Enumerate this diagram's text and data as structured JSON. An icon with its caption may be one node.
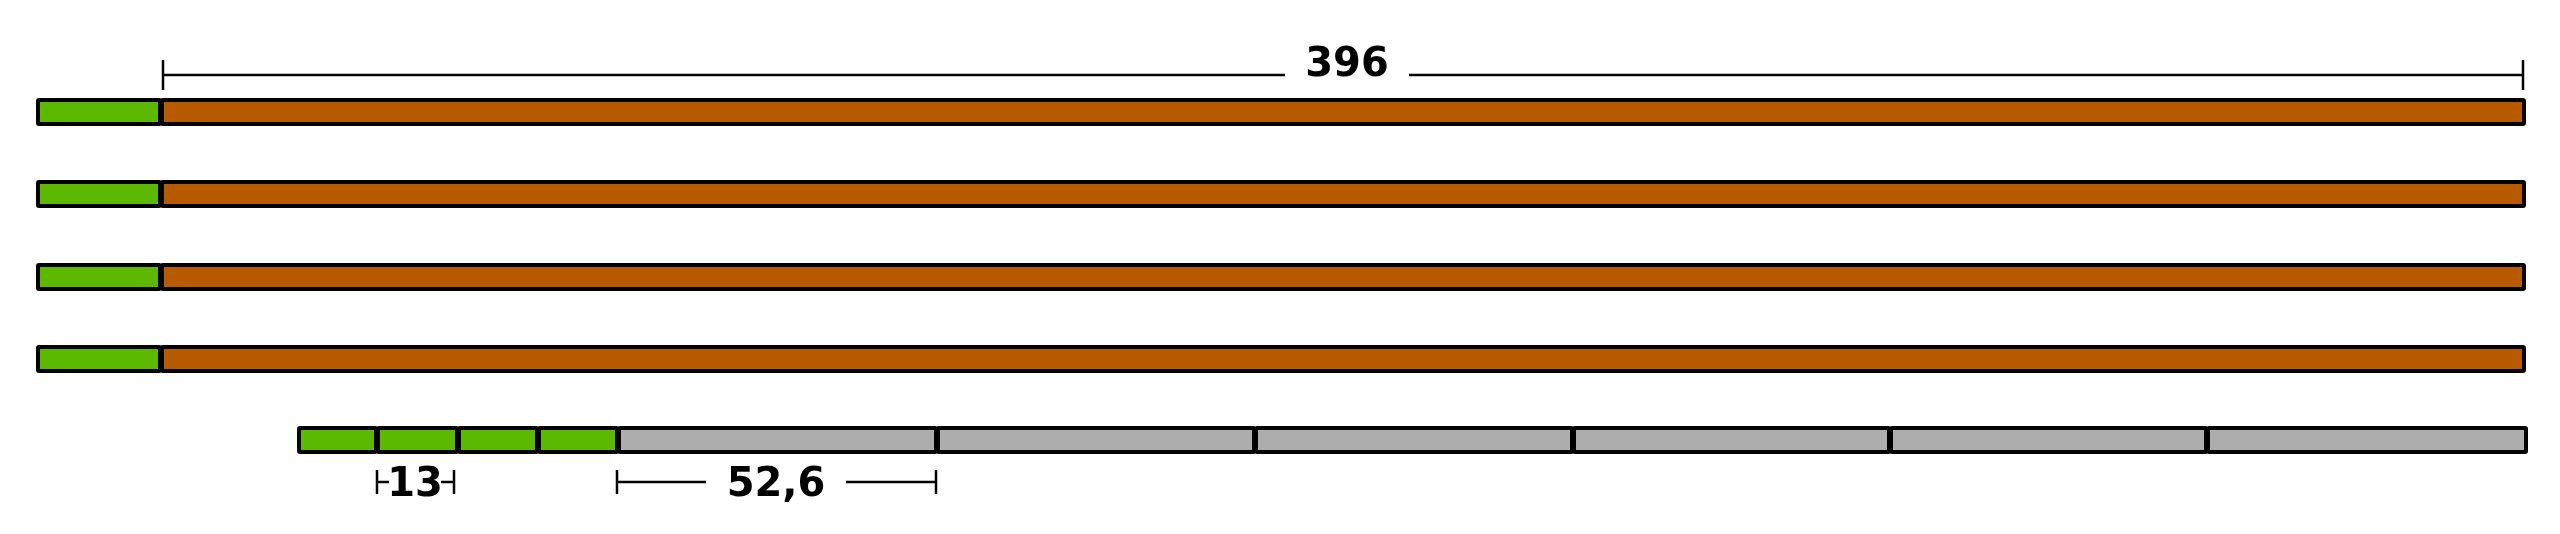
{
  "diagram": {
    "nodes": [
      {
        "text": [],
        "shape": "bar"
      },
      {
        "text": [],
        "shape": "bar"
      },
      {
        "text": [],
        "shape": "bar"
      },
      {
        "text": [],
        "shape": "bar"
      },
      {
        "text": [],
        "shape": "bar"
      },
      {
        "text": [],
        "shape": "bar"
      },
      {
        "text": [],
        "shape": "bar"
      },
      {
        "text": [],
        "shape": "bar"
      },
      {
        "text": [],
        "shape": "bar"
      },
      {
        "text": [],
        "shape": "bar"
      },
      {
        "text": [],
        "shape": "bar"
      },
      {
        "text": [],
        "shape": "bar"
      },
      {
        "text": [],
        "shape": "bar"
      },
      {
        "text": [],
        "shape": "bar"
      },
      {
        "text": [],
        "shape": "bar"
      },
      {
        "text": [],
        "shape": "bar"
      },
      {
        "text": [],
        "shape": "bar"
      },
      {
        "text": [],
        "shape": "bar"
      }
    ],
    "labels": [
      "396",
      "13",
      "52,6"
    ]
  }
}
